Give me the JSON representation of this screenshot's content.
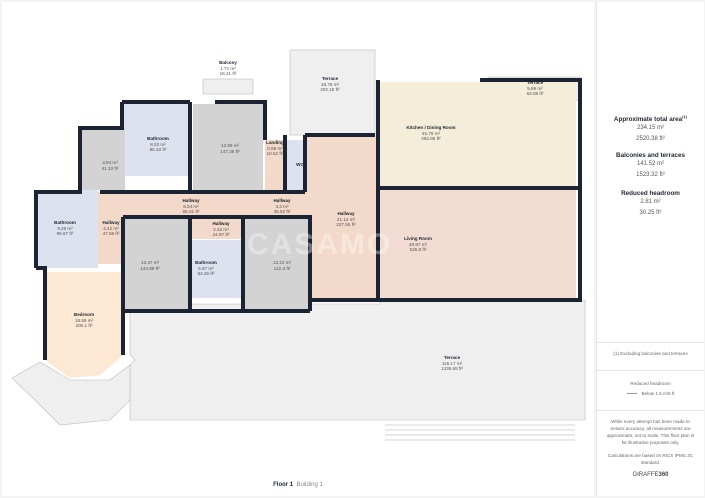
{
  "floorplan": {
    "footer": {
      "floor": "Floor 1",
      "building": "Building 1"
    },
    "watermark": "CASAMO",
    "rooms": [
      {
        "id": "balcony",
        "name": "Balcony",
        "area_m2": "1.71 m²",
        "area_ft2": "18.41 ft²"
      },
      {
        "id": "terrace-north",
        "name": "Terrace",
        "area_m2": "18.78 m²",
        "area_ft2": "202.15 ft²"
      },
      {
        "id": "terrace-ne",
        "name": "Terrace",
        "area_m2": "5.86 m²",
        "area_ft2": "63.08 ft²"
      },
      {
        "id": "kitchen",
        "name": "Kitchen / Dining Room",
        "area_m2": "45.79 m²",
        "area_ft2": "492.88 ft²"
      },
      {
        "id": "bathroom-north",
        "name": "Bathroom",
        "area_m2": "8.02 m²",
        "area_ft2": "86.33 ft²"
      },
      {
        "id": "room-north",
        "name": "",
        "area_m2": "13.69 m²",
        "area_ft2": "147.36 ft²"
      },
      {
        "id": "landing",
        "name": "Landing",
        "area_m2": "0.98 m²",
        "area_ft2": "10.52 ft²"
      },
      {
        "id": "wc",
        "name": "WC",
        "area_m2": "",
        "area_ft2": ""
      },
      {
        "id": "room-small",
        "name": "",
        "area_m2": "3.84 m²",
        "area_ft2": "41.33 ft²"
      },
      {
        "id": "hallway-1",
        "name": "Hallway",
        "area_m2": "6.04 m²",
        "area_ft2": "65.01 ft²"
      },
      {
        "id": "hallway-2",
        "name": "Hallway",
        "area_m2": "3.3 m²",
        "area_ft2": "35.52 ft²"
      },
      {
        "id": "hallway-main",
        "name": "Hallway",
        "area_m2": "21.14 m²",
        "area_ft2": "227.55 ft²"
      },
      {
        "id": "bathroom-west",
        "name": "Bathroom",
        "area_m2": "9.26 m²",
        "area_ft2": "99.67 ft²"
      },
      {
        "id": "hallway-west",
        "name": "Hallway",
        "area_m2": "4.42 m²",
        "area_ft2": "47.58 ft²"
      },
      {
        "id": "hallway-small",
        "name": "Hallway",
        "area_m2": "2.32 m²",
        "area_ft2": "24.97 ft²"
      },
      {
        "id": "room-center",
        "name": "",
        "area_m2": "13.47 m²",
        "area_ft2": "144.99 ft²"
      },
      {
        "id": "bathroom-center",
        "name": "Bathroom",
        "area_m2": "5.97 m²",
        "area_ft2": "64.26 ft²"
      },
      {
        "id": "room-east",
        "name": "",
        "area_m2": "13.22 m²",
        "area_ft2": "142.3 ft²"
      },
      {
        "id": "living",
        "name": "Living Room",
        "area_m2": "49.87 m²",
        "area_ft2": "536.8 ft²"
      },
      {
        "id": "bedroom",
        "name": "Bedroom",
        "area_m2": "18.59 m²",
        "area_ft2": "200.1 ft²"
      },
      {
        "id": "terrace-south",
        "name": "Terrace",
        "area_m2": "115.17 m²",
        "area_ft2": "1239.68 ft²"
      }
    ]
  },
  "sidebar": {
    "total": {
      "title": "Approximate total area",
      "note_mark": "(1)",
      "m2": "234.15 m²",
      "ft2": "2520.38 ft²"
    },
    "balconies": {
      "title": "Balconies and terraces",
      "m2": "141.52 m²",
      "ft2": "1523.32 ft²"
    },
    "reduced": {
      "title": "Reduced headroom",
      "m2": "2.81 m²",
      "ft2": "30.25 ft²"
    },
    "footnote": "(1) Excluding balconies and terraces",
    "legend": {
      "title": "Reduced headroom",
      "item": "Below 1.5 m/5 ft"
    },
    "disclaimer": "While every attempt has been made to ensure accuracy, all measurements are approximate, not to scale. This floor plan is for illustrative purposes only.",
    "calc_note": "Calculations are based on RICS IPMS 3C standard.",
    "brand": {
      "text": "GIRAFFE",
      "num": "360"
    }
  },
  "colors": {
    "wall": "#1c2433",
    "grey_room": "#d3d3d3",
    "bath": "#dde2ee",
    "hall": "#f3d9c9",
    "kitchen": "#f3edda",
    "living": "#f2dcd2",
    "bedroom": "#fde8d4",
    "terrace": "#efefef"
  }
}
